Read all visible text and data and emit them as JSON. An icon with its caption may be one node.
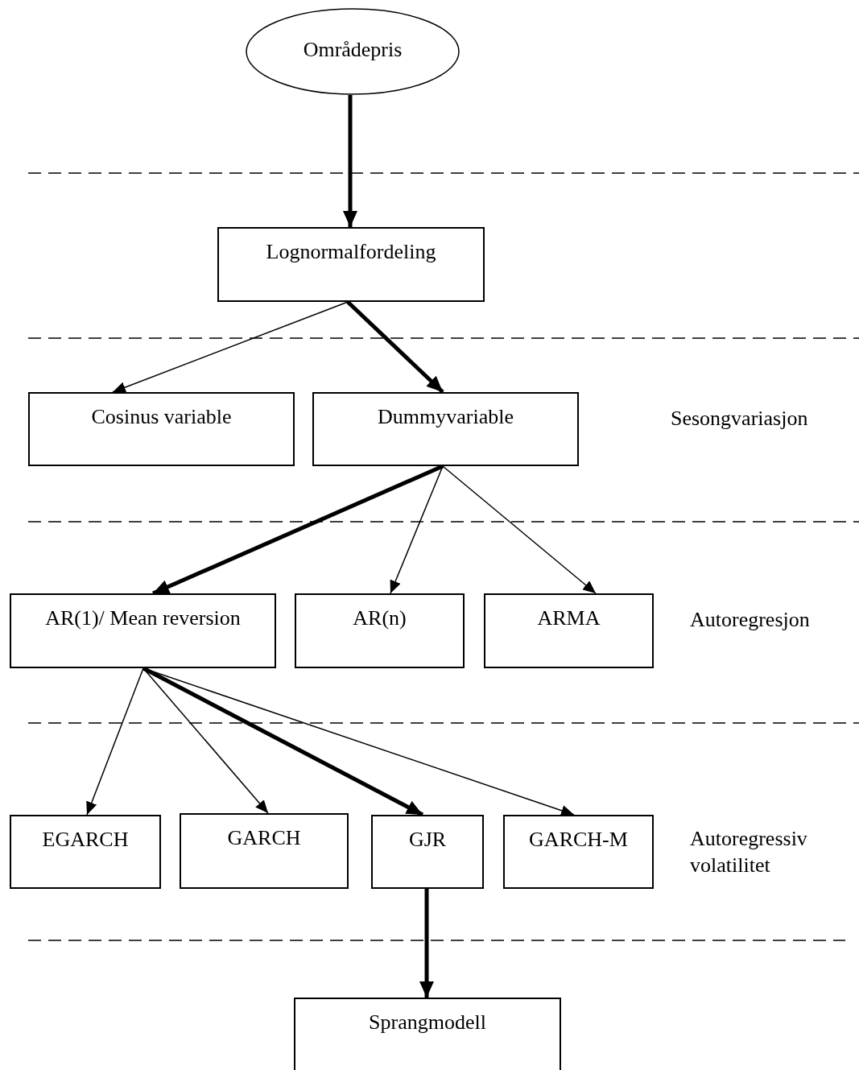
{
  "diagram": {
    "nodes": [
      {
        "text": [
          "Områdepris"
        ]
      },
      {
        "text": [
          "Lognormalfordeling"
        ]
      },
      {
        "text": [
          "Cosinus variable"
        ]
      },
      {
        "text": [
          "Dummyvariable"
        ]
      },
      {
        "text": [
          "AR(1)/ Mean reversion"
        ]
      },
      {
        "text": [
          "AR(n)"
        ]
      },
      {
        "text": [
          "ARMA"
        ]
      },
      {
        "text": [
          "EGARCH"
        ]
      },
      {
        "text": [
          "GARCH"
        ]
      },
      {
        "text": [
          "GJR"
        ]
      },
      {
        "text": [
          "GARCH-M"
        ]
      },
      {
        "text": [
          "Sprangmodell"
        ]
      }
    ],
    "edges": [
      {
        "from": 0,
        "to": 1,
        "arrow": "to",
        "style": "thick"
      },
      {
        "from": 1,
        "to": 2,
        "arrow": "to"
      },
      {
        "from": 1,
        "to": 3,
        "arrow": "to",
        "style": "thick"
      },
      {
        "from": 3,
        "to": 4,
        "arrow": "to",
        "style": "thick"
      },
      {
        "from": 3,
        "to": 5,
        "arrow": "to"
      },
      {
        "from": 3,
        "to": 6,
        "arrow": "to"
      },
      {
        "from": 4,
        "to": 7,
        "arrow": "to"
      },
      {
        "from": 4,
        "to": 8,
        "arrow": "to"
      },
      {
        "from": 4,
        "to": 9,
        "arrow": "to",
        "style": "thick"
      },
      {
        "from": 4,
        "to": 10,
        "arrow": "to"
      },
      {
        "from": 9,
        "to": 11,
        "arrow": "to",
        "style": "thick"
      }
    ],
    "labels": [
      "Sesongvariasjon",
      "Autoregresjon",
      "Autoregressiv volatilitet"
    ]
  }
}
